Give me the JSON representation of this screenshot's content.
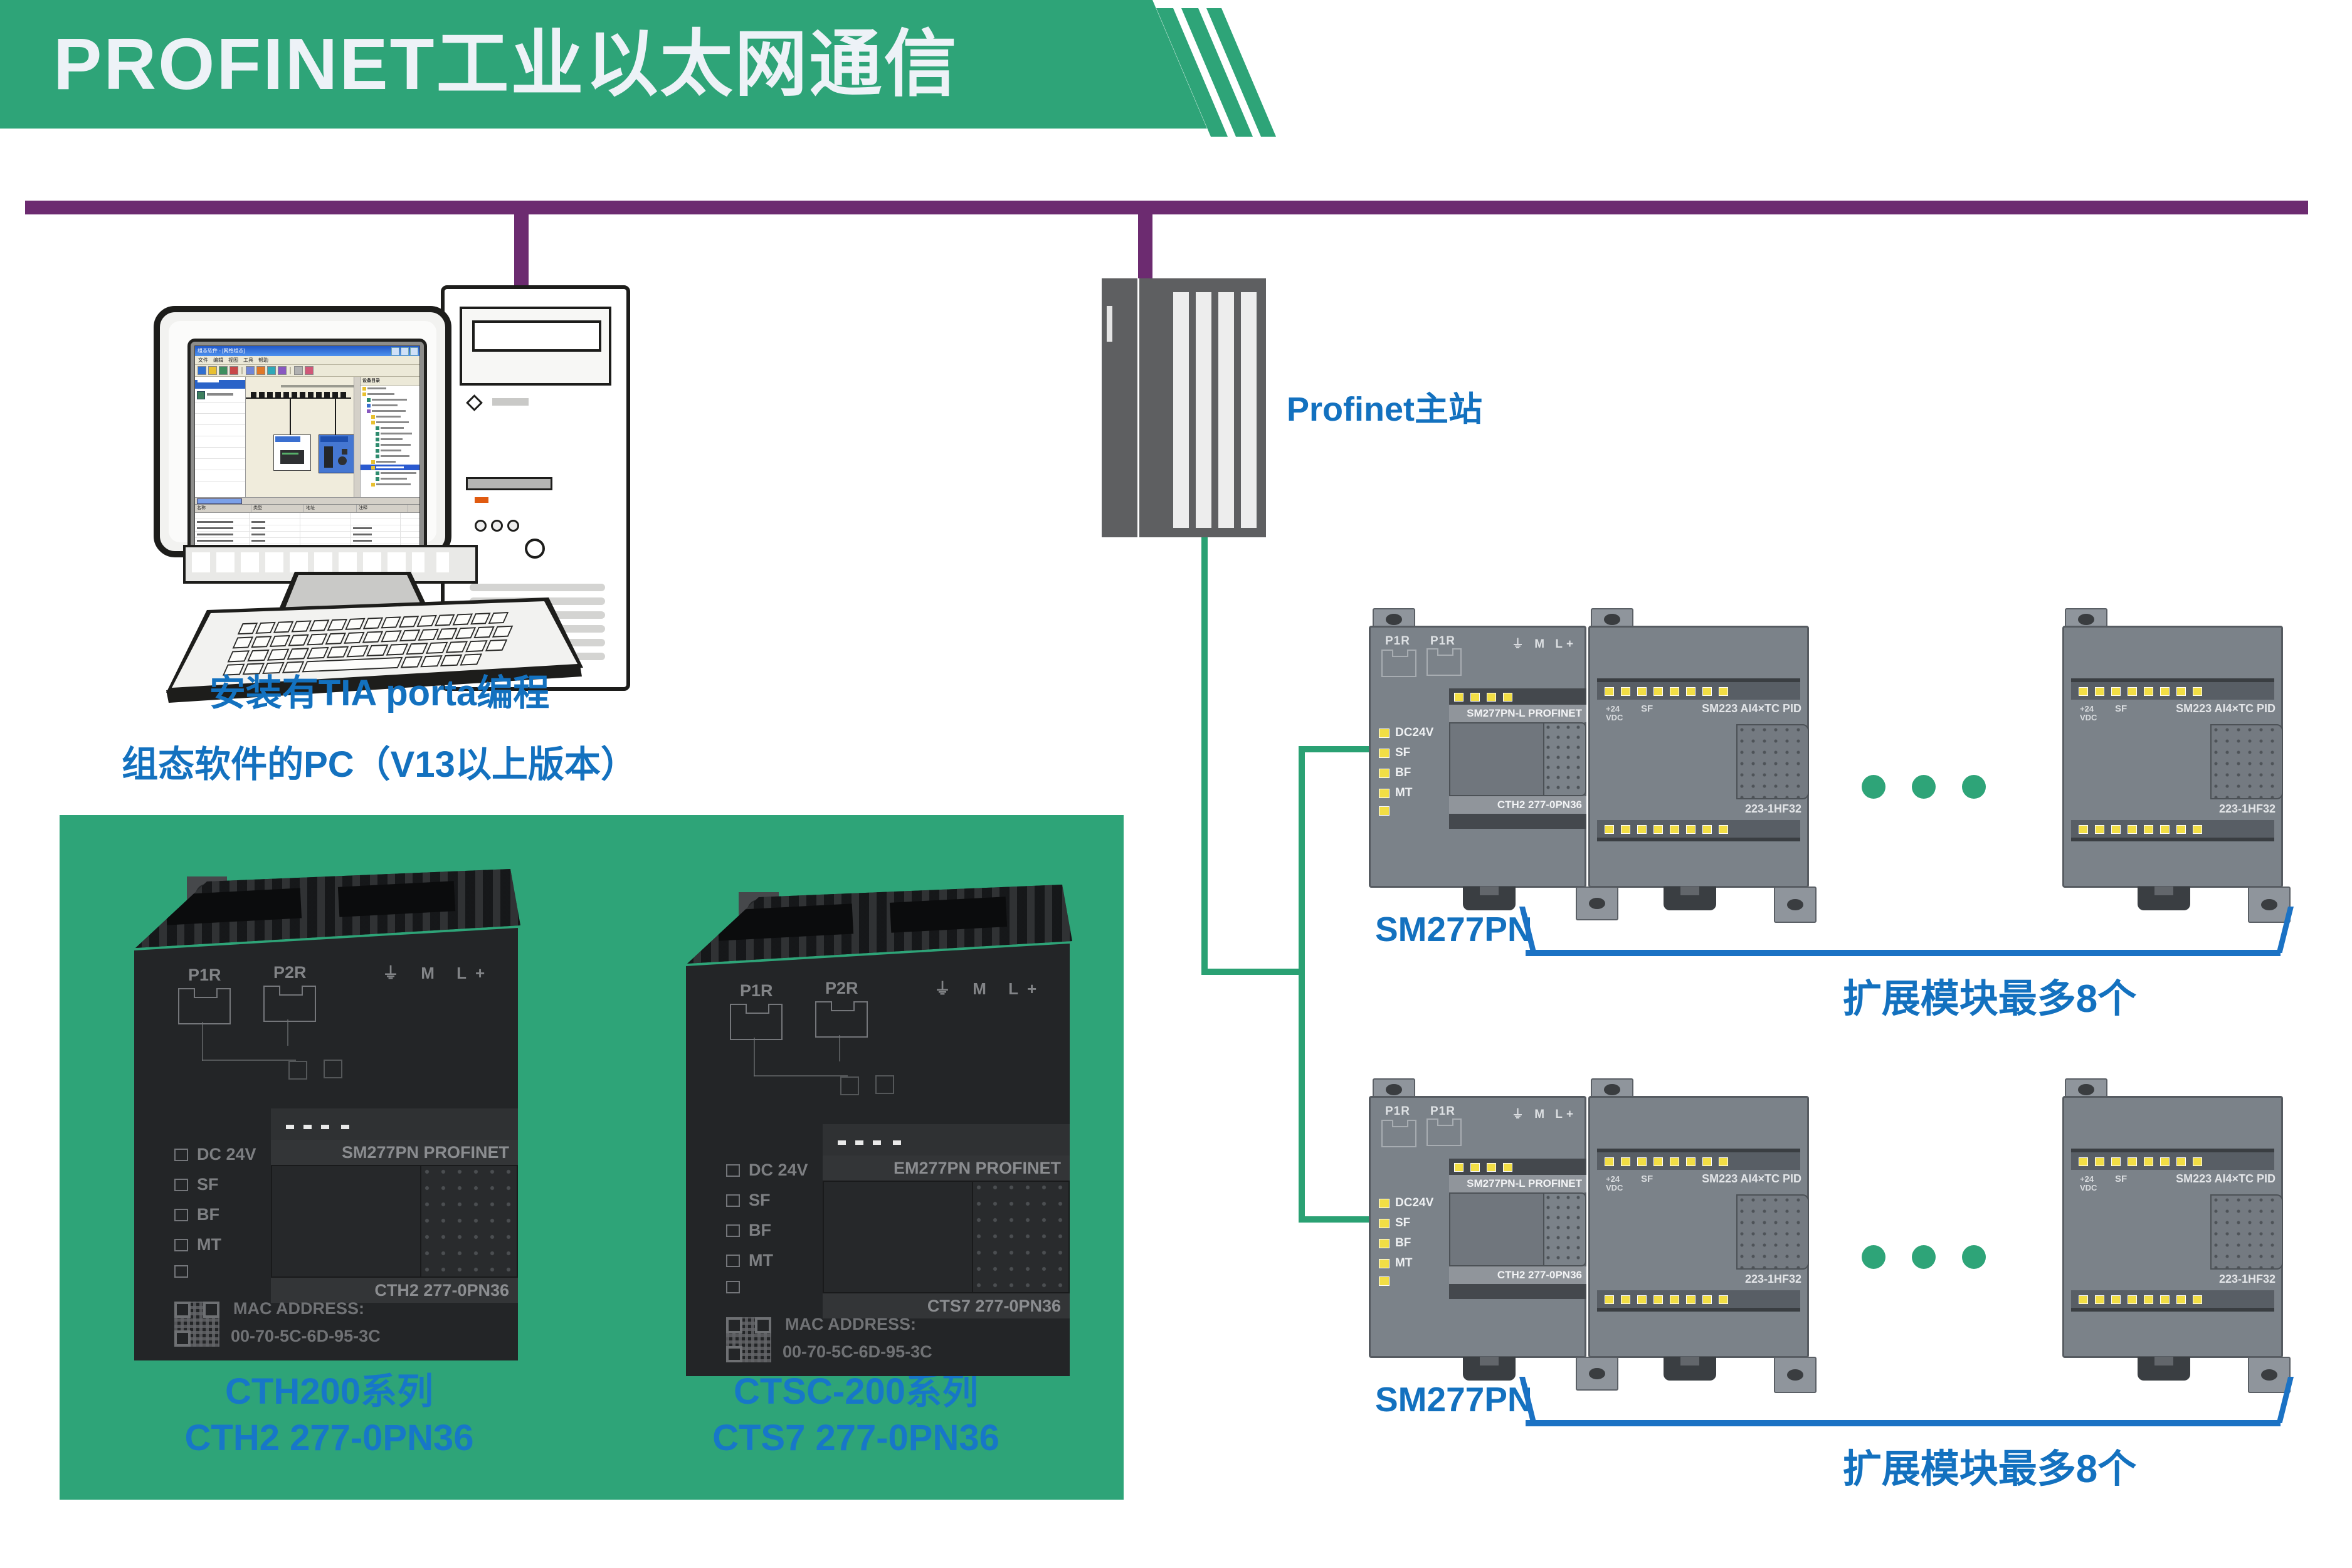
{
  "colors": {
    "green": "#2ea478",
    "purple": "#6c2b70",
    "blue_text": "#1371bf",
    "bracket_blue": "#1b72c4",
    "wire_green": "#2aa173",
    "led_yellow": "#f2de45"
  },
  "header": {
    "title": "PROFINET工业以太网通信"
  },
  "pc": {
    "caption_line1": "安装有TIA porta编程",
    "caption_line2": "组态软件的PC（V13以上版本）"
  },
  "screen": {
    "window_title": "组态软件 - [网络组态]",
    "menu_items": [
      "文件",
      "编辑",
      "视图",
      "工具",
      "帮助"
    ],
    "catalog_title": "设备目录",
    "table_headers": [
      "名称",
      "类型",
      "地址",
      "注释"
    ]
  },
  "master": {
    "label": "Profinet主站"
  },
  "station": {
    "cpu": {
      "port1": "P1R",
      "port2": "P1R",
      "power_marks": "⏚ M L+",
      "leds": [
        "DC24V",
        "SF",
        "BF",
        "MT"
      ],
      "band1": "SM277PN-L PROFINET",
      "band2": "CTH2 277-0PN36"
    },
    "expansion": {
      "power_line1": "+24",
      "power_line2": "VDC",
      "sf": "SF",
      "band1": "SM223 AI4×TC PID",
      "band2": "223-1HF32"
    },
    "rows": [
      {
        "label": "SM277PN",
        "bracket_text": "扩展模块最多8个"
      },
      {
        "label": "SM277PN",
        "bracket_text": "扩展模块最多8个"
      }
    ]
  },
  "products": {
    "shared": {
      "port1": "P1R",
      "port2": "P2R",
      "power_marks": "⏚ M L+",
      "leds": [
        "DC 24V",
        "SF",
        "BF",
        "MT"
      ],
      "mac_label": "MAC ADDRESS:",
      "mac_value": "00-70-5C-6D-95-3C"
    },
    "items": [
      {
        "band1": "SM277PN PROFINET",
        "band2": "CTH2 277-0PN36",
        "series": "CTH200系列",
        "model": "CTH2 277-0PN36"
      },
      {
        "band1": "EM277PN PROFINET",
        "band2": "CTS7 277-0PN36",
        "series": "CTSC-200系列",
        "model": "CTS7 277-0PN36"
      }
    ]
  }
}
